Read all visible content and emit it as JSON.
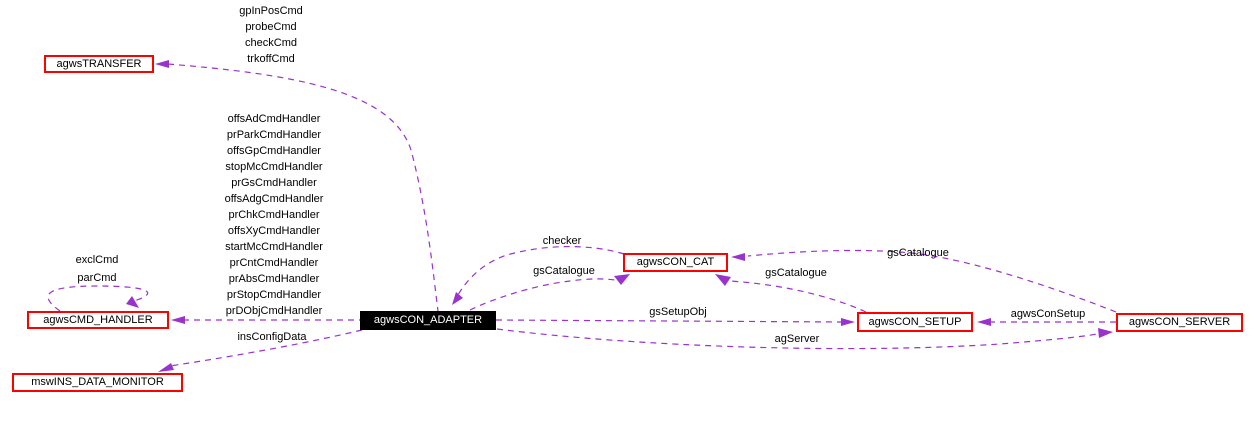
{
  "diagram": {
    "colors": {
      "background": "#ffffff",
      "edge": "#9a32cd",
      "node_border": "#ff0000",
      "node_fill": "#ffffff",
      "focus_node_fill": "#000000",
      "focus_node_text": "#ffffff",
      "label_text": "#000000"
    },
    "nodes": {
      "transfer": {
        "label": "agwsTRANSFER"
      },
      "cmd_handler": {
        "label": "agwsCMD_HANDLER"
      },
      "ins_data_monitor": {
        "label": "mswINS_DATA_MONITOR"
      },
      "adapter": {
        "label": "agwsCON_ADAPTER"
      },
      "cat": {
        "label": "agwsCON_CAT"
      },
      "setup": {
        "label": "agwsCON_SETUP"
      },
      "server": {
        "label": "agwsCON_SERVER"
      }
    },
    "edge_labels": {
      "transfer_cmds": [
        "gpInPosCmd",
        "probeCmd",
        "checkCmd",
        "trkoffCmd"
      ],
      "cmd_handlers": [
        "offsAdCmdHandler",
        "prParkCmdHandler",
        "offsGpCmdHandler",
        "stopMcCmdHandler",
        "prGsCmdHandler",
        "offsAdgCmdHandler",
        "prChkCmdHandler",
        "offsXyCmdHandler",
        "startMcCmdHandler",
        "prCntCmdHandler",
        "prAbsCmdHandler",
        "prStopCmdHandler",
        "prDObjCmdHandler"
      ],
      "self_loop": [
        "exclCmd",
        "parCmd"
      ],
      "checker": "checker",
      "gs_catalogue_from_adapter": "gsCatalogue",
      "gs_catalogue_from_setup": "gsCatalogue",
      "gs_catalogue_from_server": "gsCatalogue",
      "gs_setup_obj": "gsSetupObj",
      "agws_con_setup": "agwsConSetup",
      "ag_server": "agServer",
      "ins_config_data": "insConfigData"
    }
  }
}
